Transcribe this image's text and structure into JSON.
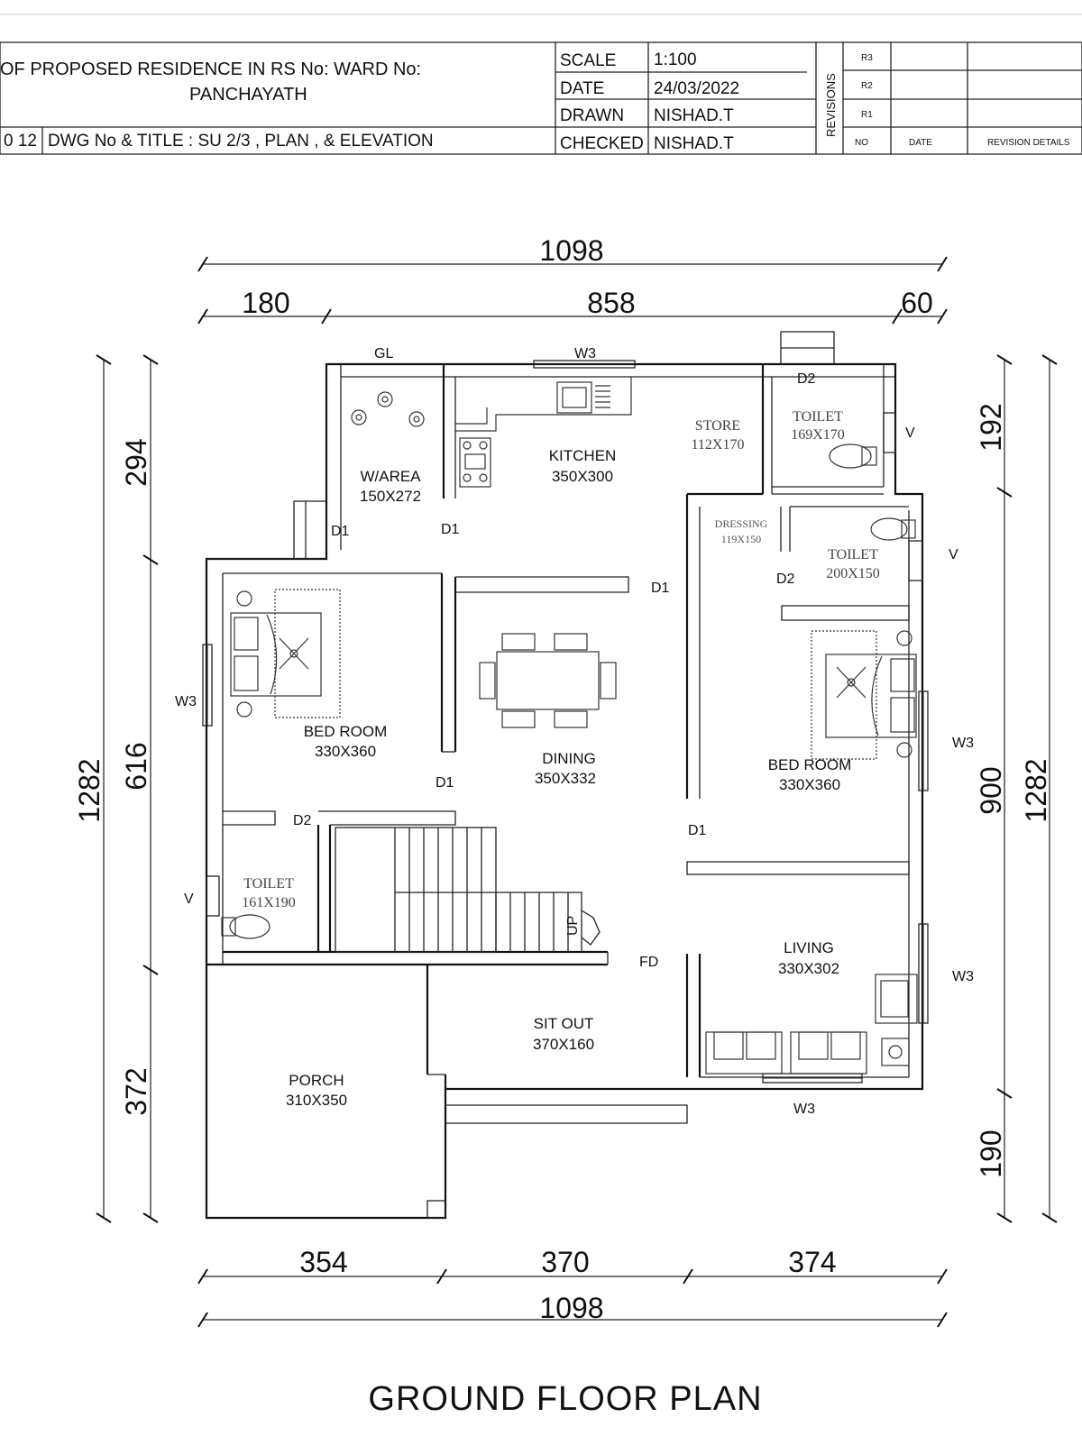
{
  "title_block": {
    "project_line1": "OF PROPOSED RESIDENCE   IN RS No:     WARD No:",
    "project_line2": "PANCHAYATH",
    "sheet_no": "0 12",
    "dwg_title": "DWG No & TITLE : SU 2/3 , PLAN ,  & ELEVATION",
    "rows": [
      {
        "label": "SCALE",
        "value": "1:100"
      },
      {
        "label": "DATE",
        "value": "24/03/2022"
      },
      {
        "label": "DRAWN",
        "value": "NISHAD.T"
      },
      {
        "label": "CHECKED",
        "value": "NISHAD.T"
      }
    ],
    "revisions_label": "REVISIONS",
    "revision_rows": [
      "R3",
      "R2",
      "R1"
    ],
    "revision_header": {
      "no": "NO",
      "date": "DATE",
      "details": "REVISION DETAILS"
    }
  },
  "rooms": {
    "kitchen": {
      "name": "KITCHEN",
      "size": "350X300"
    },
    "warea": {
      "name": "W/AREA",
      "size": "150X272"
    },
    "store": {
      "name": "STORE",
      "size": "112X170"
    },
    "toilet_top": {
      "name": "TOILET",
      "size": "169X170"
    },
    "dressing": {
      "name": "DRESSING",
      "size": "119X150"
    },
    "toilet_right": {
      "name": "TOILET",
      "size": "200X150"
    },
    "bed_left": {
      "name": "BED ROOM",
      "size": "330X360"
    },
    "dining": {
      "name": "DINING",
      "size": "350X332"
    },
    "bed_right": {
      "name": "BED ROOM",
      "size": "330X360"
    },
    "toilet_left": {
      "name": "TOILET",
      "size": "161X190"
    },
    "living": {
      "name": "LIVING",
      "size": "330X302"
    },
    "sitout": {
      "name": "SIT OUT",
      "size": "370X160"
    },
    "porch": {
      "name": "PORCH",
      "size": "310X350"
    }
  },
  "labels": {
    "gl": "GL",
    "w3": "W3",
    "d1": "D1",
    "d2": "D2",
    "v": "V",
    "fd": "FD",
    "up": "UP"
  },
  "dimensions": {
    "top_total": "1098",
    "top_segments": [
      "180",
      "858",
      "60"
    ],
    "bottom_segments": [
      "354",
      "370",
      "374"
    ],
    "bottom_total": "1098",
    "left_total": "1282",
    "left_segments": [
      "294",
      "616",
      "372"
    ],
    "right_total": "1282",
    "right_segments": [
      "192",
      "900",
      "190"
    ]
  },
  "drawing_title": "GROUND FLOOR PLAN"
}
